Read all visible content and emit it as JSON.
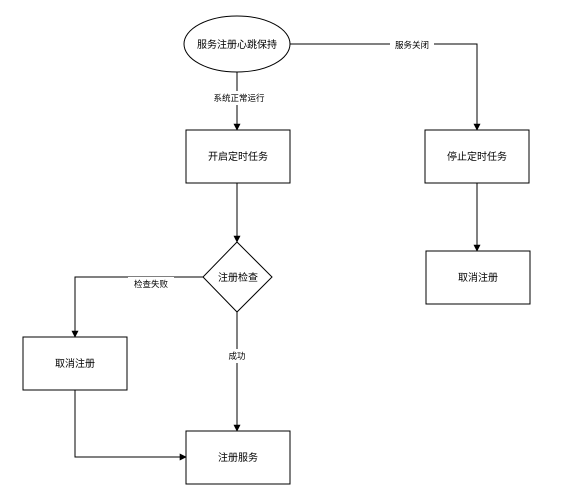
{
  "nodes": {
    "start": "服务注册心跳保持",
    "start_timer": "开启定时任务",
    "check": "注册检查",
    "cancel_left": "取消注册",
    "register_service": "注册服务",
    "stop_timer": "停止定时任务",
    "cancel_right": "取消注册"
  },
  "edges": {
    "system_running": "系统正常运行",
    "service_closed": "服务关闭",
    "check_failed": "检查失败",
    "success": "成功"
  }
}
